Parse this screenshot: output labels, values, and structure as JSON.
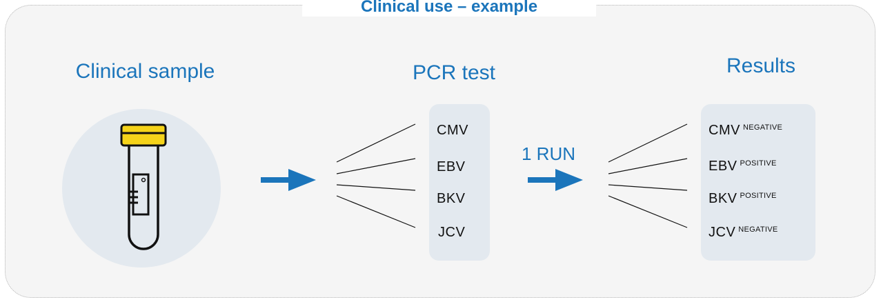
{
  "title": "Clinical use – example",
  "headings": {
    "sample": "Clinical sample",
    "pcr": "PCR test",
    "results": "Results"
  },
  "pcr_targets": [
    "CMV",
    "EBV",
    "BKV",
    "JCV"
  ],
  "run_label": "1 RUN",
  "results": [
    {
      "name": "CMV",
      "status": "NEGATIVE"
    },
    {
      "name": "EBV",
      "status": "POSITIVE"
    },
    {
      "name": "BKV",
      "status": "POSITIVE"
    },
    {
      "name": "JCV",
      "status": "NEGATIVE"
    }
  ],
  "colors": {
    "accent": "#1b75bb",
    "panel_background": "#f5f5f5",
    "box_background": "#e3e9ef",
    "tube_cap": "#f5d31a"
  },
  "icons": [
    "test-tube-icon",
    "right-arrow-icon"
  ]
}
